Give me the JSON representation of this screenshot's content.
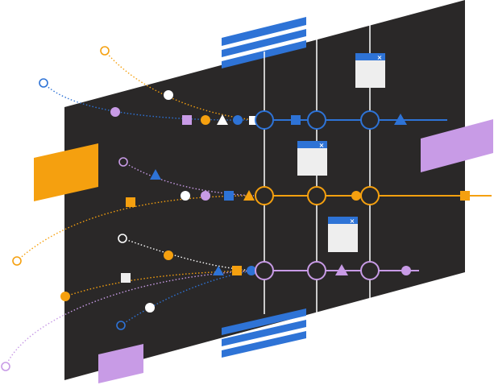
{
  "colors": {
    "panel": "#2a2828",
    "blue": "#2e73d6",
    "orange": "#f5a00f",
    "lilac": "#c89be6",
    "white": "#ffffff",
    "window_body": "#eeeeee"
  },
  "icons": {
    "window_close": "×",
    "shapes": [
      "circle",
      "square",
      "triangle",
      "ring"
    ]
  },
  "mini_windows": [
    {
      "close_label": "×"
    },
    {
      "close_label": "×"
    },
    {
      "close_label": "×"
    }
  ]
}
